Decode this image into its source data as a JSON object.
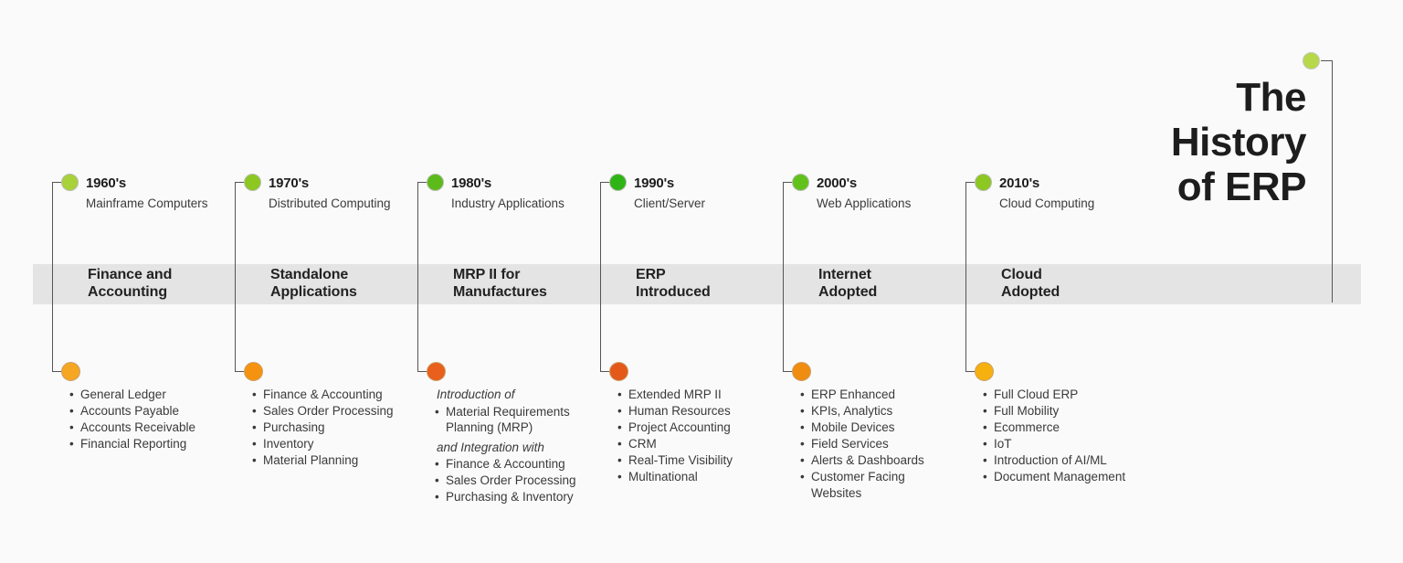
{
  "title": {
    "line1": "The",
    "line2": "History",
    "line3": "of ERP",
    "dot_color": "#b7d84a"
  },
  "band": {
    "color": "#e4e4e4"
  },
  "columns": [
    {
      "decade": "1960's",
      "subtitle": "Mainframe Computers",
      "era_line1": "Finance and",
      "era_line2": "Accounting",
      "green_dot_color": "#a8d13a",
      "orange_dot_color": "#f5a623",
      "lead1": "",
      "bullets1": [
        "General Ledger",
        "Accounts Payable",
        "Accounts Receivable",
        "Financial Reporting"
      ],
      "lead2": "",
      "bullets2": []
    },
    {
      "decade": "1970's",
      "subtitle": "Distributed Computing",
      "era_line1": "Standalone",
      "era_line2": "Applications",
      "green_dot_color": "#8cc722",
      "orange_dot_color": "#f5920f",
      "lead1": "",
      "bullets1": [
        "Finance & Accounting",
        "Sales Order Processing",
        "Purchasing",
        "Inventory",
        "Material Planning"
      ],
      "lead2": "",
      "bullets2": []
    },
    {
      "decade": "1980's",
      "subtitle": "Industry Applications",
      "era_line1": "MRP II for",
      "era_line2": "Manufactures",
      "green_dot_color": "#5cbb1a",
      "orange_dot_color": "#e8601c",
      "lead1": "Introduction of",
      "bullets1": [
        "Material Requirements Planning (MRP)"
      ],
      "lead2": "and Integration with",
      "bullets2": [
        "Finance & Accounting",
        "Sales Order Processing",
        "Purchasing & Inventory"
      ]
    },
    {
      "decade": "1990's",
      "subtitle": "Client/Server",
      "era_line1": "ERP",
      "era_line2": "Introduced",
      "green_dot_color": "#2fb415",
      "orange_dot_color": "#e4591a",
      "lead1": "",
      "bullets1": [
        "Extended MRP II",
        "Human Resources",
        "Project Accounting",
        "CRM",
        "Real-Time Visibility",
        "Multinational"
      ],
      "lead2": "",
      "bullets2": []
    },
    {
      "decade": "2000's",
      "subtitle": "Web Applications",
      "era_line1": "Internet",
      "era_line2": "Adopted",
      "green_dot_color": "#62c21c",
      "orange_dot_color": "#f08c10",
      "lead1": "",
      "bullets1": [
        "ERP Enhanced",
        "KPIs, Analytics",
        "Mobile Devices",
        "Field Services",
        "Alerts & Dashboards",
        "Customer Facing Websites"
      ],
      "lead2": "",
      "bullets2": []
    },
    {
      "decade": "2010's",
      "subtitle": "Cloud Computing",
      "era_line1": "Cloud",
      "era_line2": "Adopted",
      "green_dot_color": "#8cc722",
      "orange_dot_color": "#f6b010",
      "lead1": "",
      "bullets1": [
        "Full Cloud ERP",
        "Full Mobility",
        "Ecommerce",
        "IoT",
        "Introduction of AI/ML",
        "Document Management"
      ],
      "lead2": "",
      "bullets2": []
    }
  ]
}
